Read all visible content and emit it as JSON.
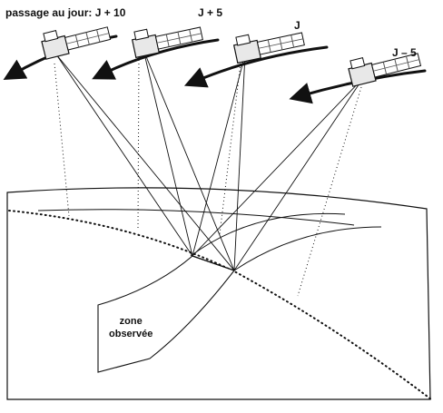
{
  "labels": {
    "header": "passage au jour: J + 10",
    "day_plus5": "J + 5",
    "day_zero": "J",
    "day_minus5": "J – 5",
    "zone_line1": "zone",
    "zone_line2": "observée"
  },
  "colors": {
    "ink": "#111111",
    "satellite_fill": "#e8e8e8",
    "panel_stripe": "#555555"
  },
  "icons": [
    "satellite-icon",
    "orbit-arrow-icon"
  ]
}
